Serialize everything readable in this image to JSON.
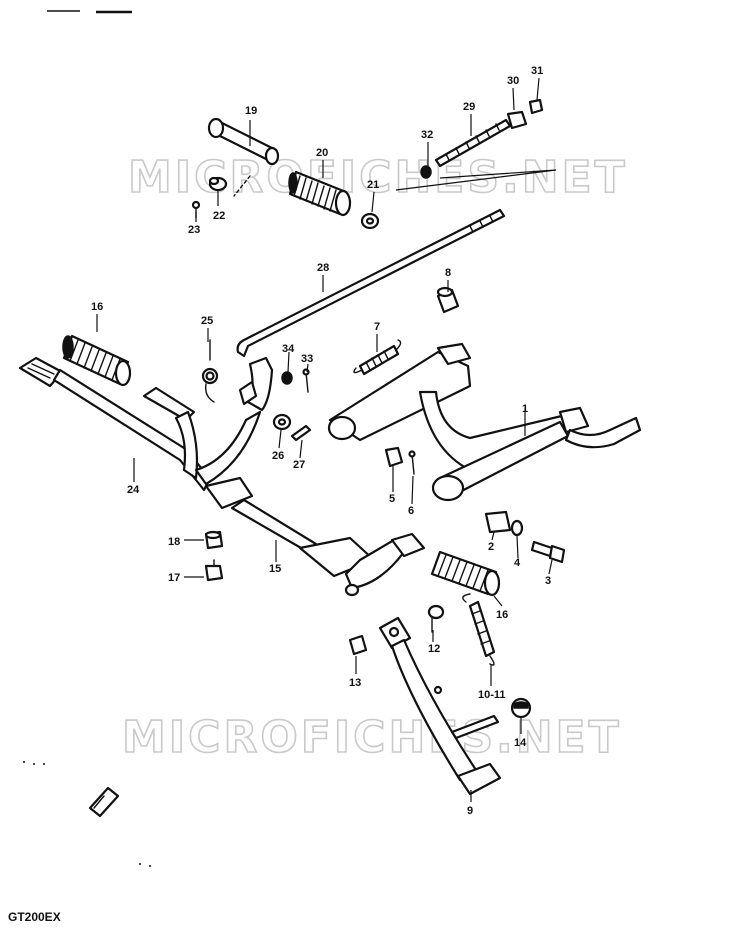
{
  "watermark": {
    "text": "MICROFICHES.NET"
  },
  "model_code": "GT200EX",
  "callouts": {
    "c1": "1",
    "c2": "2",
    "c3": "3",
    "c4": "4",
    "c5": "5",
    "c6": "6",
    "c7": "7",
    "c8": "8",
    "c9": "9",
    "c10_11": "10-11",
    "c12": "12",
    "c13": "13",
    "c14": "14",
    "c15": "15",
    "c16a": "16",
    "c16b": "16",
    "c17": "17",
    "c18": "18",
    "c19": "19",
    "c20": "20",
    "c21": "21",
    "c22": "22",
    "c23": "23",
    "c24": "24",
    "c25": "25",
    "c26": "26",
    "c27": "27",
    "c28": "28",
    "c29": "29",
    "c30": "30",
    "c31": "31",
    "c32": "32",
    "c33": "33",
    "c34": "34"
  }
}
